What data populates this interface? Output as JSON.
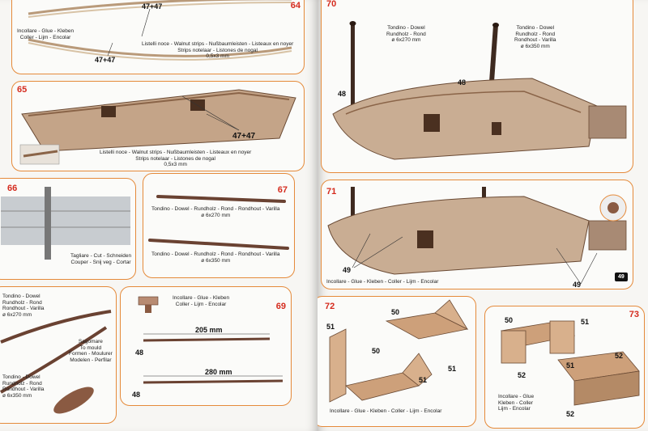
{
  "step_numbers": {
    "s64": "64",
    "s65": "65",
    "s66": "66",
    "s67": "67",
    "s69": "69",
    "s70": "70",
    "s71": "71",
    "s72": "72",
    "s73": "73"
  },
  "p64": {
    "glue": [
      "Incollare - Glue - Kleben",
      "Coller - Lijm - Encolar"
    ],
    "strips": [
      "Listelli noce - Walnut strips - Nußbaumleisten - Listeaux en noyer",
      "Strips notelaar - Listones de nogal",
      "0,5x3 mm"
    ],
    "n1": "47+47",
    "n2": "47+47"
  },
  "p65": {
    "strips": [
      "Listelli noce - Walnut strips - Nußbaumleisten - Listeaux en noyer",
      "Strips notelaar - Listones de nogal",
      "0,5x3 mm"
    ],
    "n1": "47+47"
  },
  "p66": {
    "cut": [
      "Tagliare - Cut - Schneiden",
      "Couper - Snij veg - Cortar"
    ]
  },
  "p67": {
    "dowel1": [
      "Tondino - Dowel - Rundholz - Rond - Rondhout - Varilla",
      "ø 6x270 mm"
    ],
    "dowel2": [
      "Tondino - Dowel - Rundholz - Rond - Rondhout - Varilla",
      "ø 6x350 mm"
    ]
  },
  "p68": {
    "dowel": [
      "Tondino - Dowel",
      "Rundholz - Rond",
      "Rondhout - Varilla",
      "ø 6x270 mm"
    ],
    "dowel2": [
      "Tondino - Dowel",
      "Rundholz - Rond",
      "Rondhout - Varilla",
      "ø 6x350 mm"
    ],
    "mould": [
      "Sagomare",
      "To mould",
      "Formen - Moulurer",
      "Modelen - Perfilar"
    ]
  },
  "p69": {
    "glue": [
      "Incollare - Glue - Kleben",
      "Coller - Lijm - Encolar"
    ],
    "len1": "205 mm",
    "len2": "280 mm",
    "n1": "48",
    "n2": "48"
  },
  "p70": {
    "mast1": [
      "Tondino - Dowel",
      "Rundholz - Rond",
      "ø 6x270 mm"
    ],
    "mast2": [
      "Tondino - Dowel",
      "Rundholz - Rond",
      "Rondhout - Varilla",
      "ø 6x350 mm"
    ],
    "n1": "48",
    "n2": "48"
  },
  "p71": {
    "glue": "Incollare - Glue - Kleben - Coller - Lijm - Encolar",
    "n1": "49",
    "n2": "49",
    "badge": "49"
  },
  "p72": {
    "n50a": "50",
    "n50b": "50",
    "n51a": "51",
    "n51b": "51",
    "n51c": "51",
    "glue": "Incollare - Glue - Kleben - Coller - Lijm - Encolar"
  },
  "p73": {
    "n50": "50",
    "n51a": "51",
    "n51b": "51",
    "n52a": "52",
    "n52b": "52",
    "n52c": "52",
    "glue": [
      "Incollare - Glue",
      "Kleben - Coller",
      "Lijm - Encolar"
    ]
  },
  "colors": {
    "accent": "#e58a3a",
    "step": "#d52b1e",
    "wood": "#9c7458",
    "woodDark": "#5a3a28"
  }
}
